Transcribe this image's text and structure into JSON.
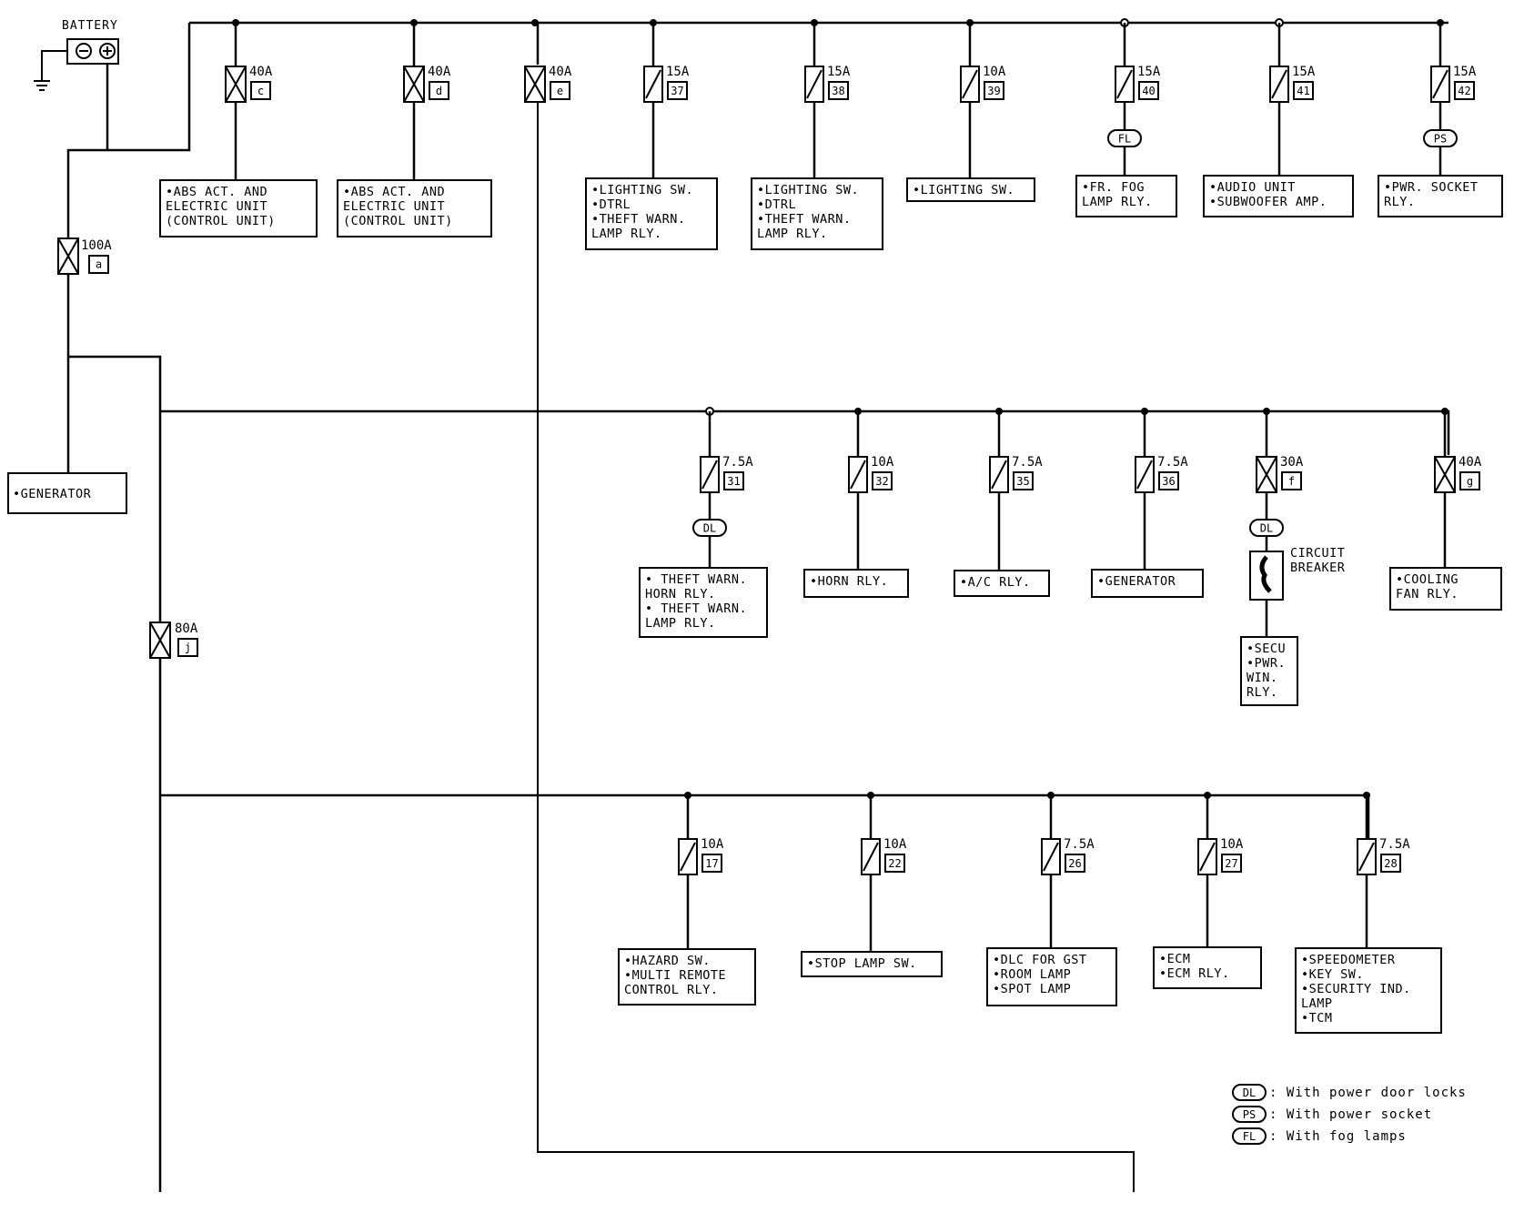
{
  "battery": {
    "label": "BATTERY",
    "neg": "⊖",
    "pos": "⊕"
  },
  "main_fuses": [
    {
      "id": "a",
      "rating": "100A",
      "tag": "a"
    },
    {
      "id": "j",
      "rating": "80A",
      "tag": "j"
    }
  ],
  "top_row": [
    {
      "rating": "40A",
      "tag": "c",
      "type": "fusible",
      "lines": [
        "•ABS ACT. AND",
        " ELECTRIC UNIT",
        " (CONTROL UNIT)"
      ]
    },
    {
      "rating": "40A",
      "tag": "d",
      "type": "fusible",
      "lines": [
        "•ABS ACT. AND",
        " ELECTRIC UNIT",
        " (CONTROL UNIT)"
      ]
    },
    {
      "rating": "40A",
      "tag": "e",
      "type": "fusible",
      "lines": []
    },
    {
      "rating": "15A",
      "tag": "37",
      "type": "fuse",
      "lines": [
        "•LIGHTING SW.",
        "•DTRL",
        "•THEFT WARN.",
        " LAMP RLY."
      ]
    },
    {
      "rating": "15A",
      "tag": "38",
      "type": "fuse",
      "lines": [
        "•LIGHTING SW.",
        "•DTRL",
        "•THEFT WARN.",
        " LAMP RLY."
      ]
    },
    {
      "rating": "10A",
      "tag": "39",
      "type": "fuse",
      "lines": [
        "•LIGHTING SW."
      ]
    },
    {
      "rating": "15A",
      "tag": "40",
      "type": "fuse",
      "option": "FL",
      "lines": [
        "•FR. FOG",
        " LAMP RLY."
      ]
    },
    {
      "rating": "15A",
      "tag": "41",
      "type": "fuse",
      "lines": [
        "•AUDIO UNIT",
        "•SUBWOOFER AMP."
      ]
    },
    {
      "rating": "15A",
      "tag": "42",
      "type": "fuse",
      "option": "PS",
      "lines": [
        "•PWR. SOCKET",
        " RLY."
      ]
    }
  ],
  "generator_box": {
    "lines": [
      "•GENERATOR"
    ]
  },
  "mid_row": [
    {
      "rating": "7.5A",
      "tag": "31",
      "type": "fuse",
      "option": "DL",
      "lines": [
        "• THEFT WARN.",
        " HORN RLY.",
        "• THEFT WARN.",
        " LAMP RLY."
      ]
    },
    {
      "rating": "10A",
      "tag": "32",
      "type": "fuse",
      "lines": [
        "•HORN RLY."
      ]
    },
    {
      "rating": "7.5A",
      "tag": "35",
      "type": "fuse",
      "lines": [
        "•A/C RLY."
      ]
    },
    {
      "rating": "7.5A",
      "tag": "36",
      "type": "fuse",
      "lines": [
        "•GENERATOR"
      ]
    },
    {
      "rating": "30A",
      "tag": "f",
      "type": "fusible",
      "option": "DL",
      "breaker": [
        "CIRCUIT",
        "BREAKER"
      ],
      "lines": [
        "•SECU",
        "•PWR.",
        " WIN.",
        " RLY."
      ]
    },
    {
      "rating": "40A",
      "tag": "g",
      "type": "fusible",
      "lines": [
        "•COOLING",
        " FAN RLY."
      ]
    }
  ],
  "bottom_row": [
    {
      "rating": "10A",
      "tag": "17",
      "type": "fuse",
      "lines": [
        "•HAZARD SW.",
        "•MULTI REMOTE",
        " CONTROL RLY."
      ]
    },
    {
      "rating": "10A",
      "tag": "22",
      "type": "fuse",
      "lines": [
        "•STOP LAMP SW."
      ]
    },
    {
      "rating": "7.5A",
      "tag": "26",
      "type": "fuse",
      "lines": [
        "•DLC FOR GST",
        "•ROOM LAMP",
        "•SPOT LAMP"
      ]
    },
    {
      "rating": "10A",
      "tag": "27",
      "type": "fuse",
      "lines": [
        "•ECM",
        "•ECM RLY."
      ]
    },
    {
      "rating": "7.5A",
      "tag": "28",
      "type": "fuse",
      "lines": [
        "•SPEEDOMETER",
        "•KEY SW.",
        "•SECURITY IND.",
        " LAMP",
        "•TCM"
      ]
    }
  ],
  "legend": [
    {
      "code": "DL",
      "text": ": With power door locks"
    },
    {
      "code": "PS",
      "text": ": With power socket"
    },
    {
      "code": "FL",
      "text": ": With fog lamps"
    }
  ]
}
